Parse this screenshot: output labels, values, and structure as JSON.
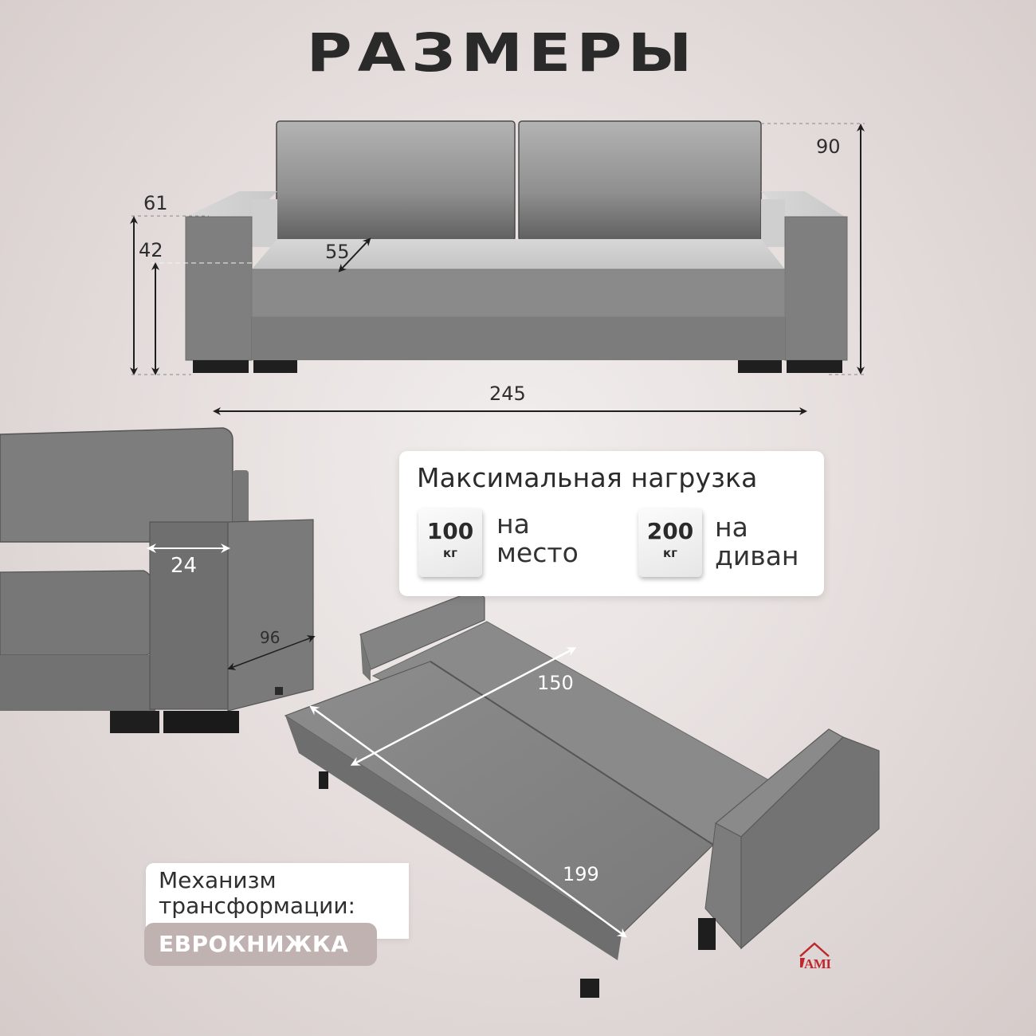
{
  "page": {
    "title": "РАЗМЕРЫ",
    "background_color": "#e6dfde",
    "accent_color": "#bfb2b0",
    "logo_color": "#c0272d"
  },
  "front_view": {
    "dimensions": {
      "total_height": "90",
      "armrest_height": "61",
      "seat_height": "42",
      "seat_depth": "55",
      "total_width": "245"
    }
  },
  "side_view": {
    "dimensions": {
      "armrest_width": "24",
      "total_depth": "96"
    }
  },
  "bed_view": {
    "dimensions": {
      "sleeping_width": "150",
      "sleeping_length": "199"
    }
  },
  "max_load": {
    "title": "Максимальная нагрузка",
    "items": [
      {
        "value": "100",
        "unit": "кг",
        "label_line1": "на",
        "label_line2": "место"
      },
      {
        "value": "200",
        "unit": "кг",
        "label_line1": "на",
        "label_line2": "диван"
      }
    ]
  },
  "mechanism": {
    "label_line1": "Механизм",
    "label_line2": "трансформации:",
    "value": "ЕВРОКНИЖКА"
  },
  "brand": {
    "logo_text": "AMI"
  }
}
